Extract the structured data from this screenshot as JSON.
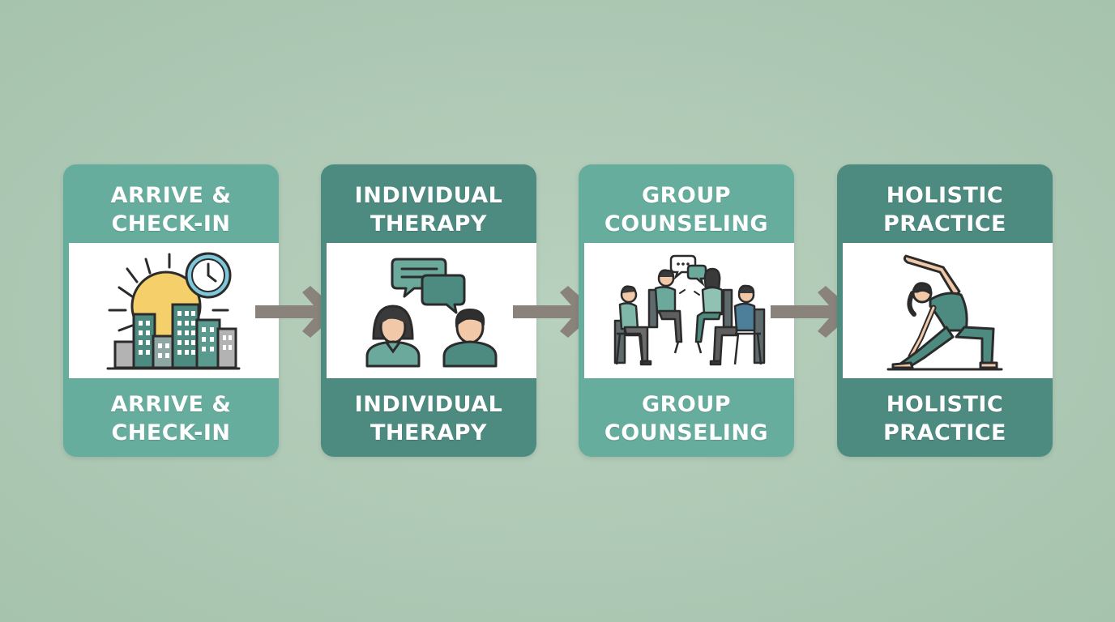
{
  "steps": [
    {
      "title": "ARRIVE &\nCHECK-IN",
      "caption": "ARRIVE &\nCHECK-IN",
      "icon": "city-sunrise-clock-icon"
    },
    {
      "title": "INDIVIDUAL\nTHERAPY",
      "caption": "INDIVIDUAL\nTHERAPY",
      "icon": "two-people-chat-icon"
    },
    {
      "title": "GROUP\nCOUNSELING",
      "caption": "GROUP\nCOUNSELING",
      "icon": "group-circle-chat-icon"
    },
    {
      "title": "HOLISTIC\nPRACTICE",
      "caption": "HOLISTIC\nPRACTICE",
      "icon": "yoga-pose-icon"
    }
  ],
  "colors": {
    "background": "#b0cab7",
    "card_light": "#67ad9e",
    "card_dark": "#4d8a80",
    "arrow": "#8a837c",
    "icon_teal": "#4d8a80",
    "icon_sun": "#f5cf6a",
    "icon_clock": "#7fc8dc"
  }
}
